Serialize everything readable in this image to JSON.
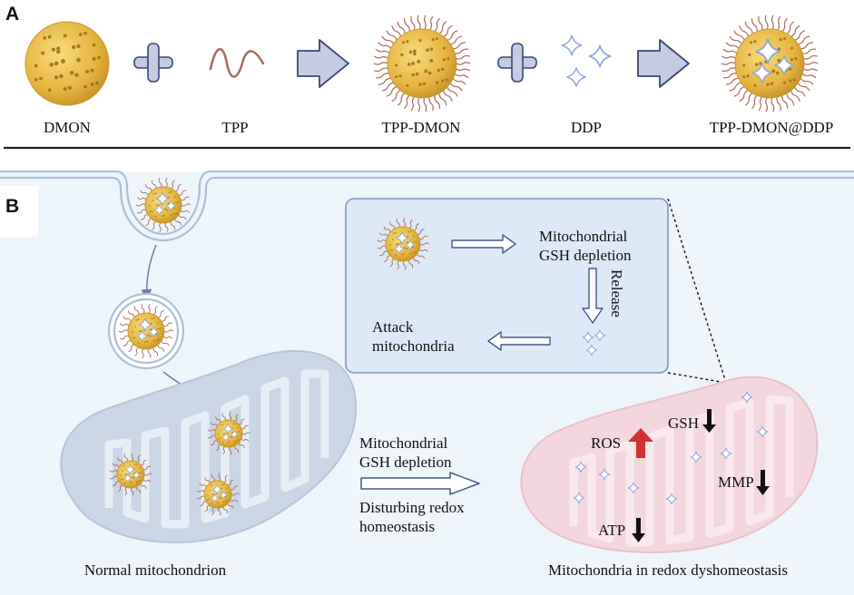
{
  "panel_a": {
    "letter": "A",
    "items": [
      "DMON",
      "TPP",
      "TPP-DMON",
      "DDP",
      "TPP-DMON@DDP"
    ]
  },
  "panel_b": {
    "letter": "B",
    "inset": {
      "line1": "Mitochondrial",
      "line2": "GSH depletion",
      "release": "Release",
      "attack1": "Attack",
      "attack2": "mitochondria"
    },
    "arrow_top1": "Mitochondrial",
    "arrow_top2": "GSH depletion",
    "arrow_bottom1": "Disturbing redox",
    "arrow_bottom2": "homeostasis",
    "normal_label": "Normal mitochondrion",
    "dys_label": "Mitochondria in redox dyshomeostasis",
    "indicators": {
      "ros": "ROS",
      "gsh": "GSH",
      "mmp": "MMP",
      "atp": "ATP"
    }
  },
  "colors": {
    "np_gold": "#e5b53f",
    "np_pore": "#9b6a1c",
    "tpp_chain": "#a86a5c",
    "block_arrow": "#c5cbe2",
    "block_arrow_edge": "#3c4673",
    "cell_bg": "#eef5fb",
    "membrane": "#a9c1d6",
    "inset_bg": "#dde9f6",
    "inset_edge": "#7e9ab8",
    "normal_mito": "#cad6e6",
    "dys_mito": "#f4d7de",
    "ros_arrow": "#d1322f"
  }
}
